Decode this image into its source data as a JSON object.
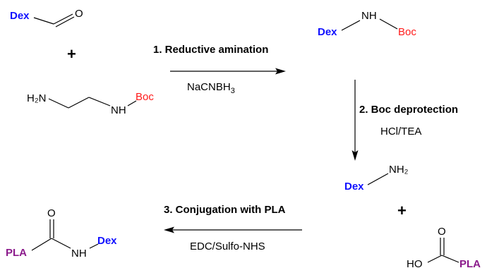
{
  "colors": {
    "dex": "#1010ff",
    "boc": "#ff1a1a",
    "pla": "#8b1a8b",
    "text": "#000000"
  },
  "molecules": {
    "dex_aldehyde": {
      "dex": "Dex",
      "o": "O"
    },
    "plus_1": "+",
    "ethylenediamine_boc": {
      "h2n": "H₂N",
      "nh": "NH",
      "boc": "Boc"
    },
    "dex_nh_boc": {
      "dex": "Dex",
      "nh": "NH",
      "boc": "Boc"
    },
    "dex_nh2": {
      "dex": "Dex",
      "nh2": "NH₂"
    },
    "plus_2": "+",
    "pla_cooh": {
      "o": "O",
      "ho": "HO",
      "pla": "PLA"
    },
    "pla_amide_dex": {
      "o": "O",
      "pla": "PLA",
      "nh": "NH",
      "dex": "Dex"
    }
  },
  "steps": [
    {
      "title": "1. Reductive amination",
      "reagent_main": "NaCNBH",
      "reagent_sub": "3"
    },
    {
      "title": "2. Boc deprotection",
      "reagent": "HCl/TEA"
    },
    {
      "title": "3. Conjugation with PLA",
      "reagent": "EDC/Sulfo-NHS"
    }
  ]
}
